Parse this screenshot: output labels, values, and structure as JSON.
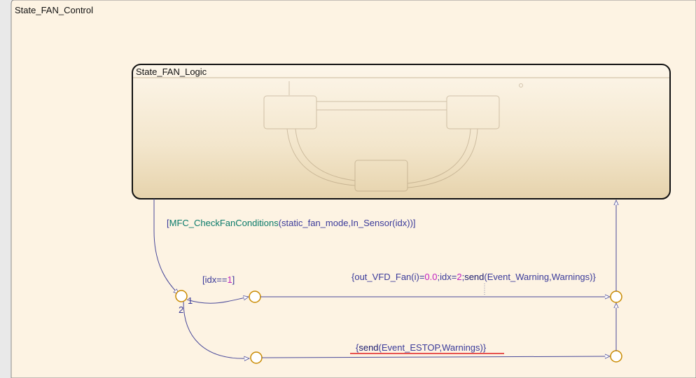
{
  "chart": {
    "outer_state": {
      "title": "State_FAN_Control"
    },
    "inner_state": {
      "title": "State_FAN_Logic"
    },
    "transitions": {
      "condition_main": {
        "fn": "MFC_CheckFanConditions",
        "args": "(static_fan_mode,In_Sensor(idx))",
        "open": "[",
        "close": "]"
      },
      "condition_idx": {
        "open": "[",
        "var": "idx==",
        "value": "1",
        "close": "]"
      },
      "action_warning": {
        "open": "{",
        "p1": "out_VFD_Fan(i)=",
        "v1": "0.0",
        "p2": ";idx=",
        "v2": "2",
        "p3": ";",
        "send": "send",
        "args": "(Event_Warning,Warnings)",
        "close": "}"
      },
      "action_estop": {
        "open": "{",
        "send": "send",
        "args": "(Event_ESTOP,Warnings)",
        "close": "}"
      },
      "order_1": "1",
      "order_2": "2"
    },
    "colors": {
      "state_fill": "#fdf3e3",
      "line": "#4a4a9a",
      "junction": "#c98a00",
      "error_underline": "#e02020"
    }
  }
}
